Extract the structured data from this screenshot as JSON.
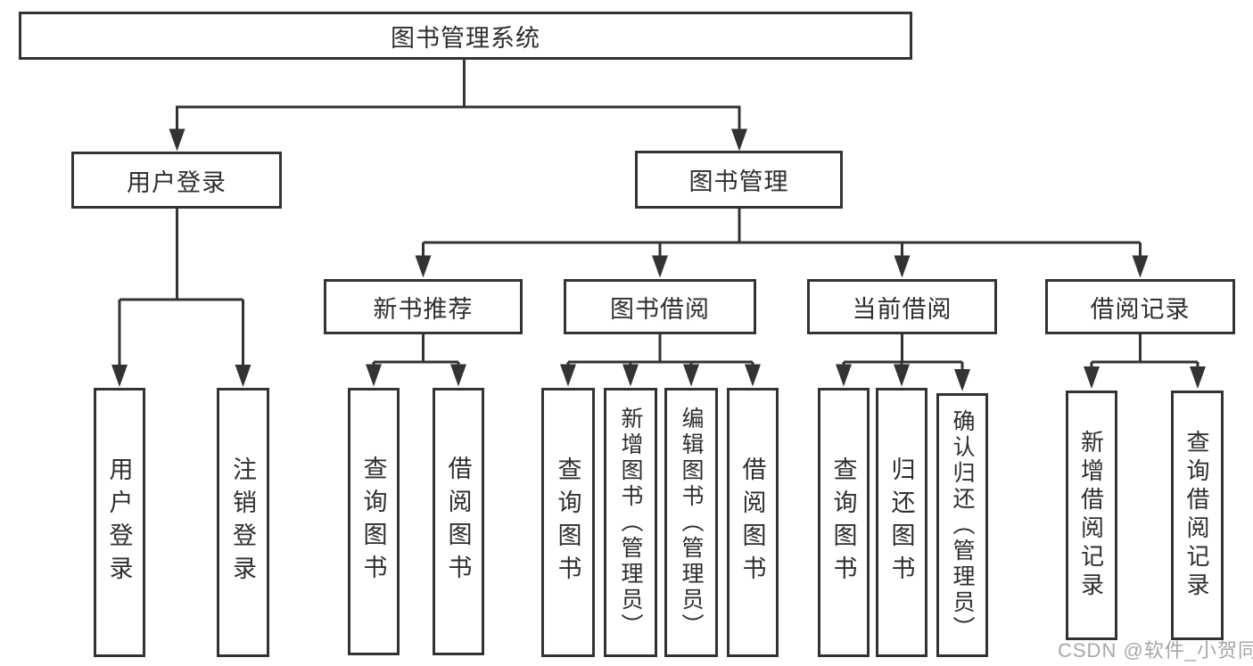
{
  "diagram": {
    "root": {
      "label": "图书管理系统",
      "children": [
        {
          "label": "用户登录",
          "children": [
            {
              "label": "用户登录"
            },
            {
              "label": "注销登录"
            }
          ]
        },
        {
          "label": "图书管理",
          "children": [
            {
              "label": "新书推荐",
              "children": [
                {
                  "label": "查询图书"
                },
                {
                  "label": "借阅图书"
                }
              ]
            },
            {
              "label": "图书借阅",
              "children": [
                {
                  "label": "查询图书"
                },
                {
                  "label": "新增图书（管理员）"
                },
                {
                  "label": "编辑图书（管理员）"
                },
                {
                  "label": "借阅图书"
                }
              ]
            },
            {
              "label": "当前借阅",
              "children": [
                {
                  "label": "查询图书"
                },
                {
                  "label": "归还图书"
                },
                {
                  "label": "确认归还（管理员）"
                }
              ]
            },
            {
              "label": "借阅记录",
              "children": [
                {
                  "label": "新增借阅记录"
                },
                {
                  "label": "查询借阅记录"
                }
              ]
            }
          ]
        }
      ]
    }
  },
  "watermark": {
    "text": "CSDN @软件_小贺同学"
  },
  "colors": {
    "line": "#333333",
    "node_border": "#333333",
    "text": "#2e2e2e",
    "watermark": "#949494",
    "background": "#ffffff"
  }
}
